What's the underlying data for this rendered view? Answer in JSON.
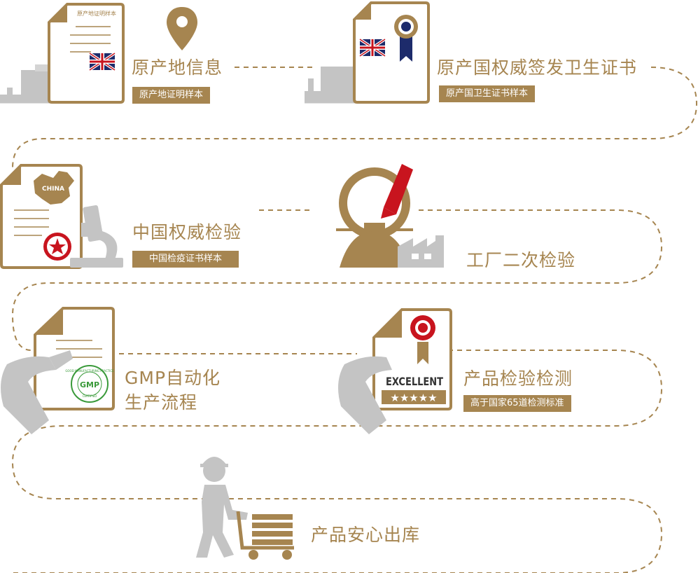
{
  "colors": {
    "gold": "#a68550",
    "gray": "#c4c4c4",
    "red": "#c8141e",
    "navy": "#1d2b6b",
    "green": "#3a9a3a"
  },
  "steps": [
    {
      "title": "原产地信息",
      "tag": "原产地证明样本",
      "doc_header": "原产地证明样本",
      "icon": "certificate-of-origin-icon"
    },
    {
      "title": "原产国权威签发卫生证书",
      "tag": "原产国卫生证书样本",
      "icon": "health-certificate-icon"
    },
    {
      "title": "中国权威检验",
      "tag": "中国检疫证书样本",
      "doc_label": "CHINA",
      "icon": "china-inspection-icon"
    },
    {
      "title": "工厂二次检验",
      "icon": "factory-inspection-icon"
    },
    {
      "title_line1": "GMP自动化",
      "title_line2": "生产流程",
      "seal_text": "GMP",
      "seal_ring": "GOOD MANUFACTURING PRACTICE",
      "seal_sub": "CERTIFIED",
      "icon": "gmp-certificate-icon"
    },
    {
      "title": "产品检验检测",
      "tag": "高于国家65道检测标准",
      "badge_text": "EXCELLENT",
      "stars": "★★★★★",
      "icon": "excellent-certificate-icon"
    },
    {
      "title": "产品安心出库",
      "icon": "worker-cart-icon"
    }
  ]
}
